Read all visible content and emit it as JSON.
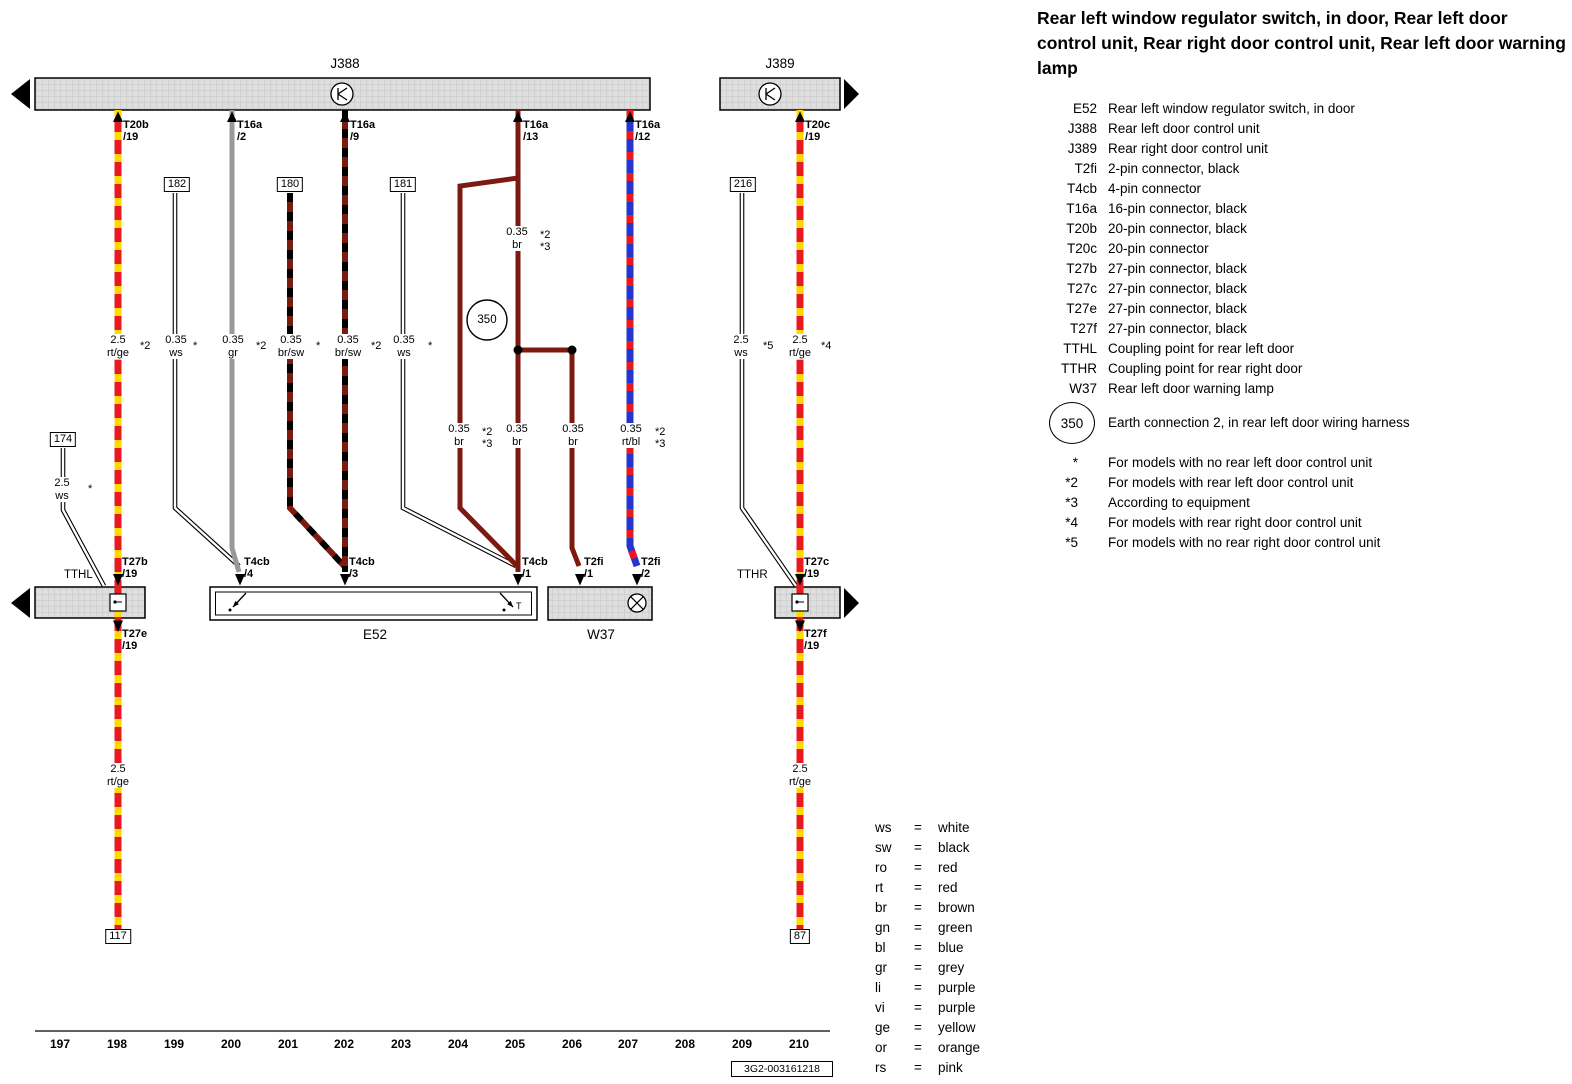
{
  "header": {
    "title": "Rear left window regulator switch, in door, Rear left door control unit, Rear right door control unit, Rear left door warning lamp"
  },
  "legend": {
    "components": [
      {
        "code": "E52",
        "desc": "Rear left window regulator switch, in door"
      },
      {
        "code": "J388",
        "desc": "Rear left door control unit"
      },
      {
        "code": "J389",
        "desc": "Rear right door control unit"
      },
      {
        "code": "T2fi",
        "desc": "2-pin connector, black"
      },
      {
        "code": "T4cb",
        "desc": "4-pin connector"
      },
      {
        "code": "T16a",
        "desc": "16-pin connector, black"
      },
      {
        "code": "T20b",
        "desc": "20-pin connector, black"
      },
      {
        "code": "T20c",
        "desc": "20-pin connector"
      },
      {
        "code": "T27b",
        "desc": "27-pin connector, black"
      },
      {
        "code": "T27c",
        "desc": "27-pin connector, black"
      },
      {
        "code": "T27e",
        "desc": "27-pin connector, black"
      },
      {
        "code": "T27f",
        "desc": "27-pin connector, black"
      },
      {
        "code": "TTHL",
        "desc": "Coupling point for rear left door"
      },
      {
        "code": "TTHR",
        "desc": "Coupling point for rear right door"
      },
      {
        "code": "W37",
        "desc": "Rear left door warning lamp"
      }
    ],
    "earth": {
      "code": "350",
      "desc": "Earth connection 2, in rear left door wiring harness"
    },
    "footnotes": [
      {
        "sym": "*",
        "desc": "For models with no rear left door control unit"
      },
      {
        "sym": "*2",
        "desc": "For models with rear left door control unit"
      },
      {
        "sym": "*3",
        "desc": "According to equipment"
      },
      {
        "sym": "*4",
        "desc": "For models with rear right door control unit"
      },
      {
        "sym": "*5",
        "desc": "For models with no rear right door control unit"
      }
    ]
  },
  "wire_colors": [
    {
      "code": "ws",
      "name": "white"
    },
    {
      "code": "sw",
      "name": "black"
    },
    {
      "code": "ro",
      "name": "red"
    },
    {
      "code": "rt",
      "name": "red"
    },
    {
      "code": "br",
      "name": "brown"
    },
    {
      "code": "gn",
      "name": "green"
    },
    {
      "code": "bl",
      "name": "blue"
    },
    {
      "code": "gr",
      "name": "grey"
    },
    {
      "code": "li",
      "name": "purple"
    },
    {
      "code": "vi",
      "name": "purple"
    },
    {
      "code": "ge",
      "name": "yellow"
    },
    {
      "code": "or",
      "name": "orange"
    },
    {
      "code": "rs",
      "name": "pink"
    }
  ],
  "tracks": [
    "197",
    "198",
    "199",
    "200",
    "201",
    "202",
    "203",
    "204",
    "205",
    "206",
    "207",
    "208",
    "209",
    "210"
  ],
  "diagram_id": "3G2-003161218",
  "palette": {
    "red": "#e8191f",
    "yellow": "#ffd900",
    "blue": "#2334cf",
    "brown": "#7c1a10",
    "grey": "#999999",
    "black": "#000000",
    "bar_fill": "#dedede"
  },
  "diagram": {
    "j388": "J388",
    "j389": "J389",
    "e52": "E52",
    "w37": "W37",
    "tthl": "TTHL",
    "tthr": "TTHR",
    "earth_no": "350",
    "t_mark": "T",
    "top_pins": [
      {
        "name": "T20b",
        "pin": "/19"
      },
      {
        "name": "T16a",
        "pin": "/2"
      },
      {
        "name": "T16a",
        "pin": "/9"
      },
      {
        "name": "T16a",
        "pin": "/13"
      },
      {
        "name": "T16a",
        "pin": "/12"
      },
      {
        "name": "T20c",
        "pin": "/19"
      }
    ],
    "bottom_pins": [
      {
        "name": "T27b",
        "pin": "/19"
      },
      {
        "name": "T4cb",
        "pin": "/4"
      },
      {
        "name": "T4cb",
        "pin": "/3"
      },
      {
        "name": "T4cb",
        "pin": "/1"
      },
      {
        "name": "T2fi",
        "pin": "/1"
      },
      {
        "name": "T2fi",
        "pin": "/2"
      },
      {
        "name": "T27c",
        "pin": "/19"
      }
    ],
    "under_pins": [
      {
        "name": "T27e",
        "pin": "/19"
      },
      {
        "name": "T27f",
        "pin": "/19"
      }
    ],
    "wire_boxes": [
      "182",
      "180",
      "181",
      "216",
      "174",
      "117",
      "87"
    ],
    "wire_labels": [
      {
        "size": "2.5",
        "color": "rt/ge",
        "note": "*2"
      },
      {
        "size": "0.35",
        "color": "ws",
        "note": "*"
      },
      {
        "size": "0.35",
        "color": "gr",
        "note": "*2"
      },
      {
        "size": "0.35",
        "color": "br/sw",
        "note": "*"
      },
      {
        "size": "0.35",
        "color": "br/sw",
        "note": "*2"
      },
      {
        "size": "0.35",
        "color": "ws",
        "note": "*"
      },
      {
        "size": "0.35",
        "color": "br",
        "note": "*2",
        "note2": "*3"
      },
      {
        "size": "2.5",
        "color": "ws",
        "note": "*5"
      },
      {
        "size": "2.5",
        "color": "rt/ge",
        "note": "*4"
      },
      {
        "size": "2.5",
        "color": "ws",
        "note": "*"
      },
      {
        "size": "0.35",
        "color": "br",
        "note": "*2",
        "note2": "*3"
      },
      {
        "size": "0.35",
        "color": "br"
      },
      {
        "size": "0.35",
        "color": "br"
      },
      {
        "size": "0.35",
        "color": "rt/bl",
        "note": "*2",
        "note2": "*3"
      },
      {
        "size": "2.5",
        "color": "rt/ge"
      },
      {
        "size": "2.5",
        "color": "rt/ge"
      }
    ]
  }
}
